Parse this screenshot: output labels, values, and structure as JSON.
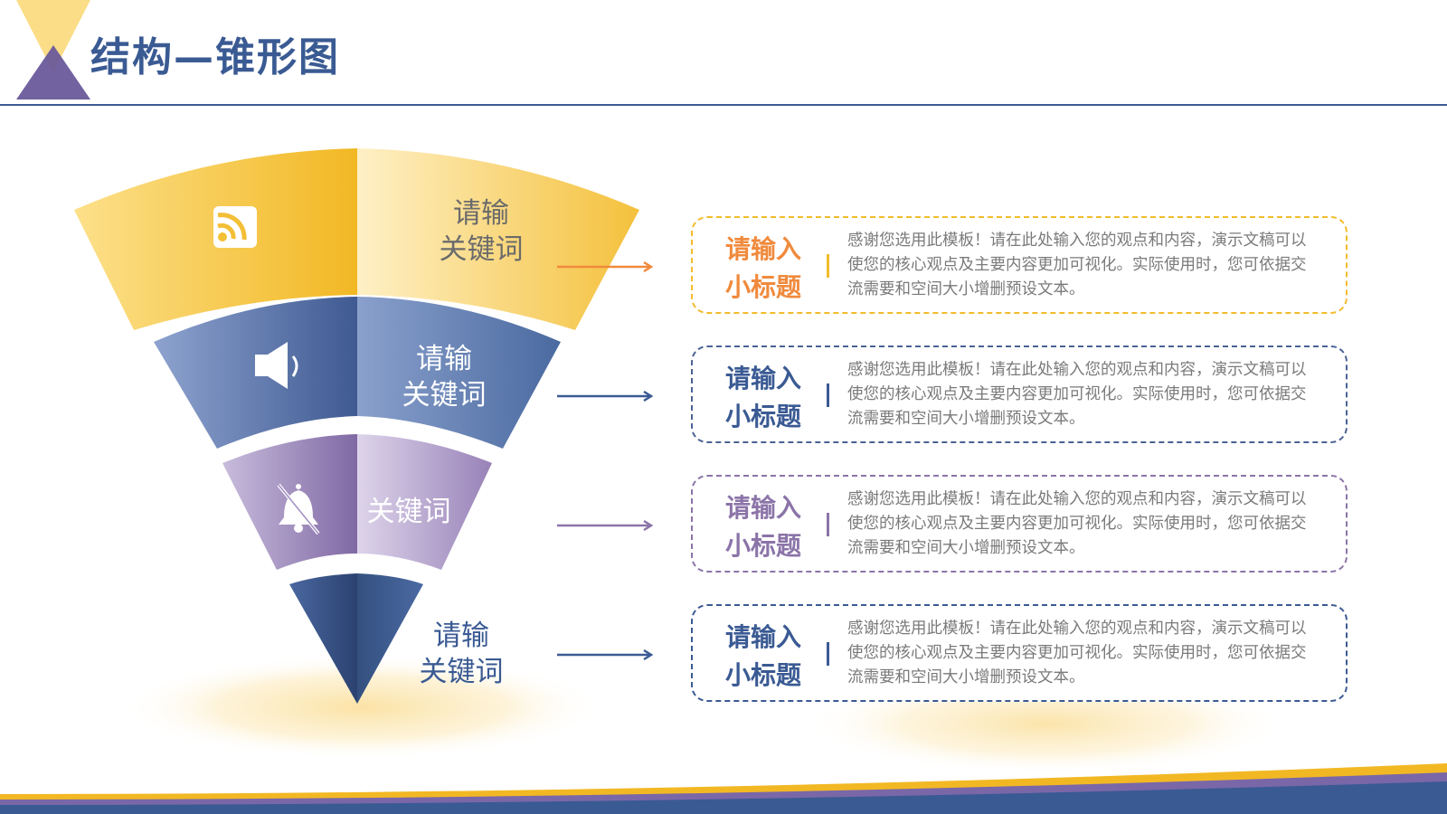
{
  "header": {
    "title": "结构—锥形图"
  },
  "colors": {
    "accent_yellow": "#f2bc2c",
    "accent_orange": "#f08a3c",
    "navy": "#3a5a93",
    "purple": "#8b74a8",
    "dark_navy": "#2e4a7a"
  },
  "funnel": {
    "levels": [
      {
        "label": "请输\n关键词",
        "icon": "rss-feed-icon"
      },
      {
        "label": "请输\n关键词",
        "icon": "speaker-icon"
      },
      {
        "label": "关键词",
        "icon": "bell-off-icon"
      },
      {
        "label": "请输\n关键词",
        "icon": ""
      }
    ]
  },
  "cards": [
    {
      "title": "请输入小标题",
      "description": "感谢您选用此模板！请在此处输入您的观点和内容，演示文稿可以使您的核心观点及主要内容更加可视化。实际使用时，您可依据交流需要和空间大小增删预设文本。",
      "color": "#f08a3c",
      "border": "#f2bc2c",
      "separator": "#f2bc2c",
      "arrow": "#f08a3c"
    },
    {
      "title": "请输入小标题",
      "description": "感谢您选用此模板！请在此处输入您的观点和内容，演示文稿可以使您的核心观点及主要内容更加可视化。实际使用时，您可依据交流需要和空间大小增删预设文本。",
      "color": "#3a5a93",
      "border": "#4a6294",
      "separator": "#3a5a93",
      "arrow": "#3a5a93"
    },
    {
      "title": "请输入小标题",
      "description": "感谢您选用此模板！请在此处输入您的观点和内容，演示文稿可以使您的核心观点及主要内容更加可视化。实际使用时，您可依据交流需要和空间大小增删预设文本。",
      "color": "#8b74a8",
      "border": "#8b74a8",
      "separator": "#8b74a8",
      "arrow": "#8b74a8"
    },
    {
      "title": "请输入小标题",
      "description": "感谢您选用此模板！请在此处输入您的观点和内容，演示文稿可以使您的核心观点及主要内容更加可视化。实际使用时，您可依据交流需要和空间大小增删预设文本。",
      "color": "#3a5a93",
      "border": "#3a5a93",
      "separator": "#3a5a93",
      "arrow": "#3a5a93"
    }
  ]
}
